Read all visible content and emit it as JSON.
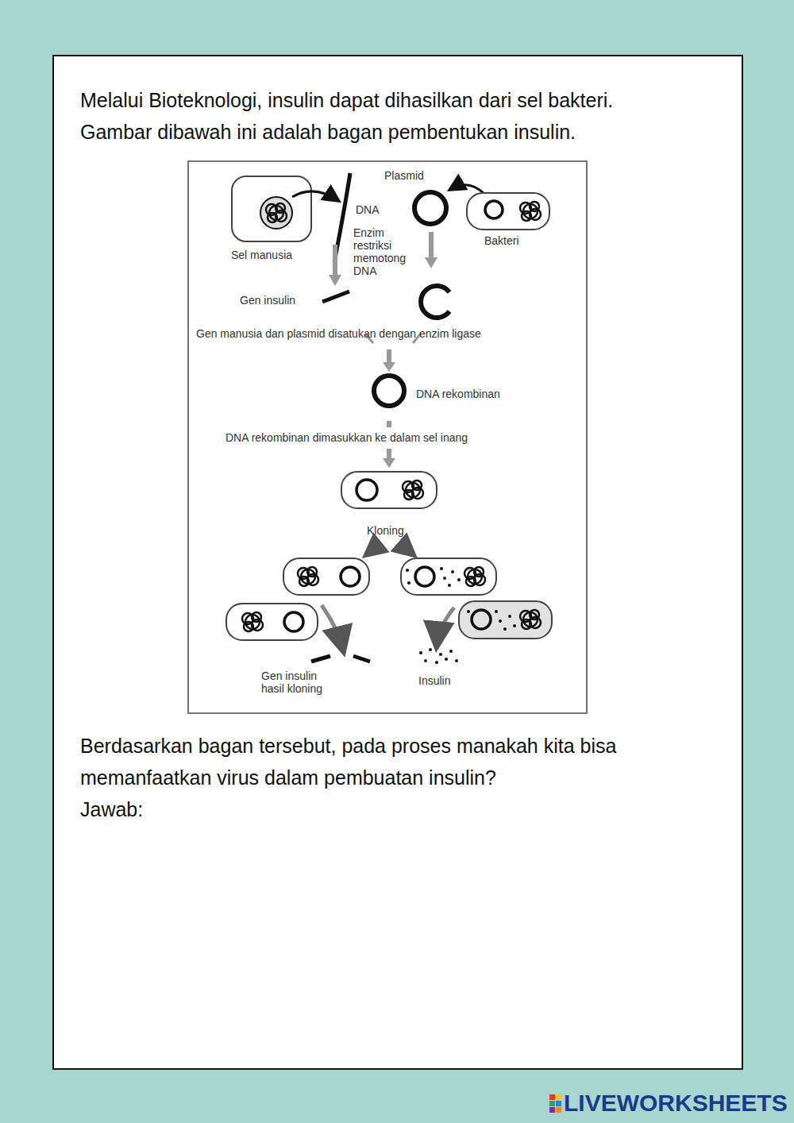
{
  "diagram": {
    "labels": [
      "Melalui Bioteknologi, insulin dapat dihasilkan dari sel bakteri.",
      "Gambar dibawah ini adalah bagan pembentukan insulin.",
      "Plasmid",
      "DNA",
      "Enzim restriksi memotong DNA",
      "Bakteri",
      "Sel manusia",
      "Gen insulin",
      "Gen manusia dan plasmid disatukan dengan enzim ligase",
      "DNA rekombinan",
      "DNA rekombinan dimasukkan ke dalam sel inang",
      "Kloning",
      "Gen insulin hasil kloning",
      "Insulin",
      "Berdasarkan bagan tersebut, pada proses manakah kita bisa",
      "memanfaatkan virus dalam pembuatan insulin?",
      "Jawab:",
      "LIVEWORKSHEETS"
    ]
  }
}
